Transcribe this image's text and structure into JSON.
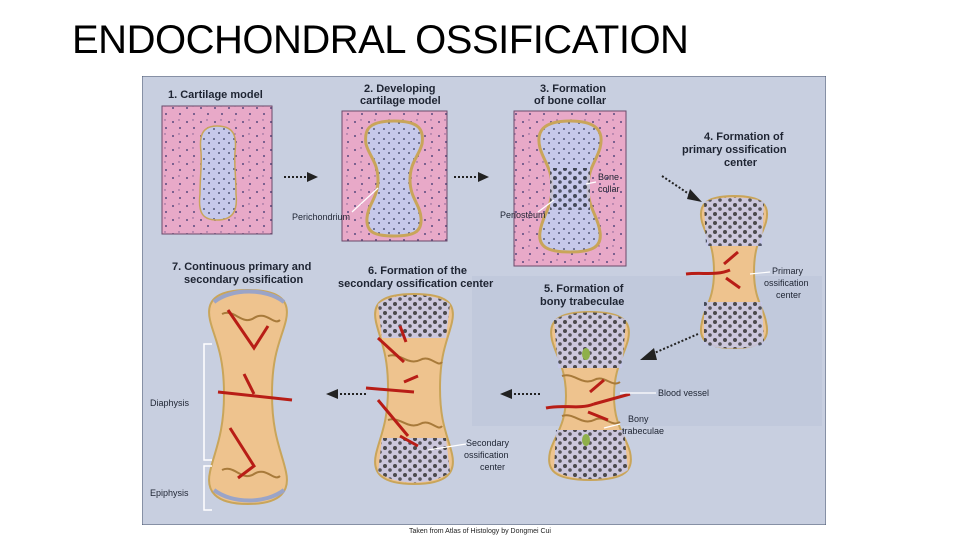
{
  "title": "ENDOCHONDRAL OSSIFICATION",
  "caption": "Taken from Atlas of Histology by Dongmei Cui",
  "diagram": {
    "stages": {
      "s1": "1. Cartilage model",
      "s2a": "2. Developing",
      "s2b": "cartilage model",
      "s3a": "3. Formation",
      "s3b": "of bone collar",
      "s4a": "4. Formation of",
      "s4b": "primary ossification",
      "s4c": "center",
      "s5a": "5. Formation of",
      "s5b": "bony trabeculae",
      "s6a": "6. Formation of the",
      "s6b": "secondary ossification center",
      "s7a": "7. Continuous primary and",
      "s7b": "secondary ossification"
    },
    "labels": {
      "perichondrium": "Perichondrium",
      "periosteum": "Periosteum",
      "bone_collar_a": "Bone",
      "bone_collar_b": "collar",
      "primary_a": "Primary",
      "primary_b": "ossification",
      "primary_c": "center",
      "blood_vessel": "Blood vessel",
      "bony_trab_a": "Bony",
      "bony_trab_b": "trabeculae",
      "secondary_a": "Secondary",
      "secondary_b": "ossification",
      "secondary_c": "center",
      "diaphysis": "Diaphysis",
      "epiphysis": "Epiphysis"
    }
  },
  "colors": {
    "cartilage_matrix": "#e6a6c6",
    "cartilage_core": "#c6c8ea",
    "bone": "#eec38e",
    "collar": "#c9a55a",
    "vessel": "#b81d16",
    "panel_bg": "#c8cfe0"
  }
}
